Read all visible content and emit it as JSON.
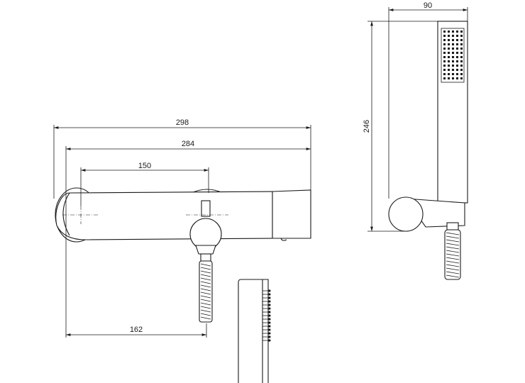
{
  "dimensions": {
    "overall_length": "298",
    "mixer_body_length": "284",
    "inlet_spacing": "150",
    "outlet_offset": "162",
    "handshower_width": "90",
    "handshower_height": "246"
  },
  "colors": {
    "line": "#1a1a1a",
    "background": "#ffffff"
  }
}
